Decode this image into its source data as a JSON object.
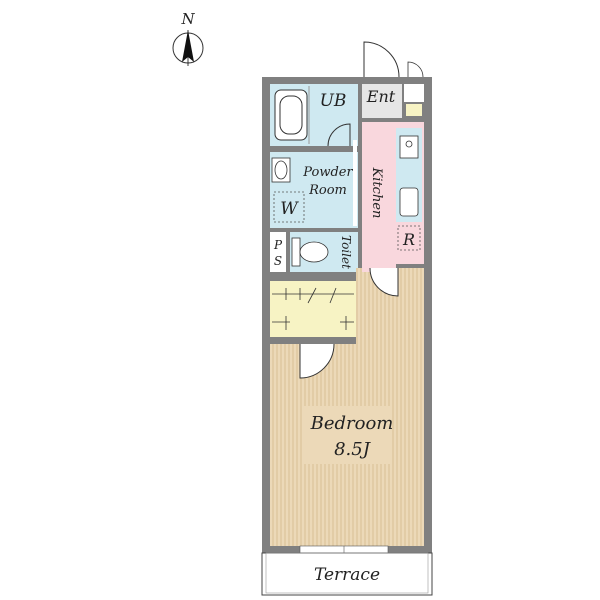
{
  "compass": {
    "north_label": "N"
  },
  "rooms": {
    "unit_bath": {
      "label": "UB"
    },
    "entrance": {
      "label": "Ent"
    },
    "powder_room": {
      "label_line1": "Powder",
      "label_line2": "Room"
    },
    "washer": {
      "label": "W"
    },
    "kitchen": {
      "label": "Kitchen"
    },
    "refrigerator": {
      "label": "R"
    },
    "toilet": {
      "label": "Toilet"
    },
    "pipe_space": {
      "label_line1": "P",
      "label_line2": "S"
    },
    "bedroom": {
      "label_line1": "Bedroom",
      "label_line2": "8.5J"
    },
    "terrace": {
      "label": "Terrace"
    }
  },
  "colors": {
    "wet_area": "#cfe9f1",
    "kitchen": "#f9d7dd",
    "closet": "#f7f3c4",
    "bedroom": "#ecd9b8",
    "bedroom_stripe": "#dcc39a",
    "entrance": "#e6e6e6",
    "wall": "#808080"
  }
}
